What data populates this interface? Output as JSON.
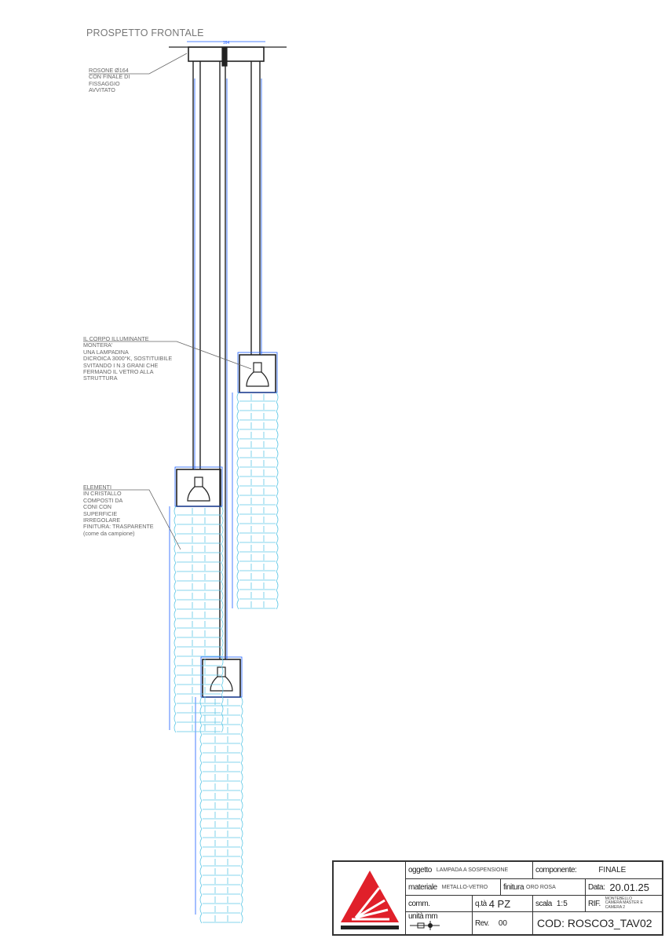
{
  "title": "PROSPETTO FRONTALE",
  "notes": {
    "rosone": "ROSONE Ø164\nCON FINALE DI\nFISSAGGIO\nAVVITATO",
    "corpo": "IL CORPO ILLUMINANTE\nMONTERA'\nUNA LAMPADINA\nDICROICA 3000°K, SOSTITUIBILE\nSVITANDO I N.3 GRANI CHE\nFERMANO IL VETRO ALLA\nSTRUTTURA",
    "elementi": "ELEMENTI\nIN CRISTALLO\nCOMPOSTI DA\nCONI CON\nSUPERFICIE\nIRREGOLARE\nFINITURA: TRASPARENTE",
    "elementi_note": "(come da campione)"
  },
  "dimensions": {
    "rosone_width": "164"
  },
  "colors": {
    "dimension": "#1a5cff",
    "crystal": "#5fc8e6",
    "logo_red": "#e0202a",
    "line": "#222222"
  },
  "title_block": {
    "oggetto_label": "oggetto",
    "oggetto": "LAMPADA A SOSPENSIONE",
    "componente_label": "componente:",
    "componente": "FINALE",
    "materiale_label": "materiale",
    "materiale": "METALLO-VETRO",
    "finitura_label": "finitura",
    "finitura": "ORO ROSA",
    "data_label": "Data:",
    "data": "20.01.25",
    "comm_label": "comm.",
    "qta_label": "q.tà",
    "qta": "4 PZ",
    "scala_label": "scala",
    "scala": "1:5",
    "rif_label": "RIF.",
    "rif": "MONTEBELLO CAMERA MASTER E CAMERA 2",
    "unita_label": "unità mm",
    "rev_label": "Rev.",
    "rev": "00",
    "cod": "COD: ROSCO3_TAV02",
    "logo": "logo-triangle"
  }
}
